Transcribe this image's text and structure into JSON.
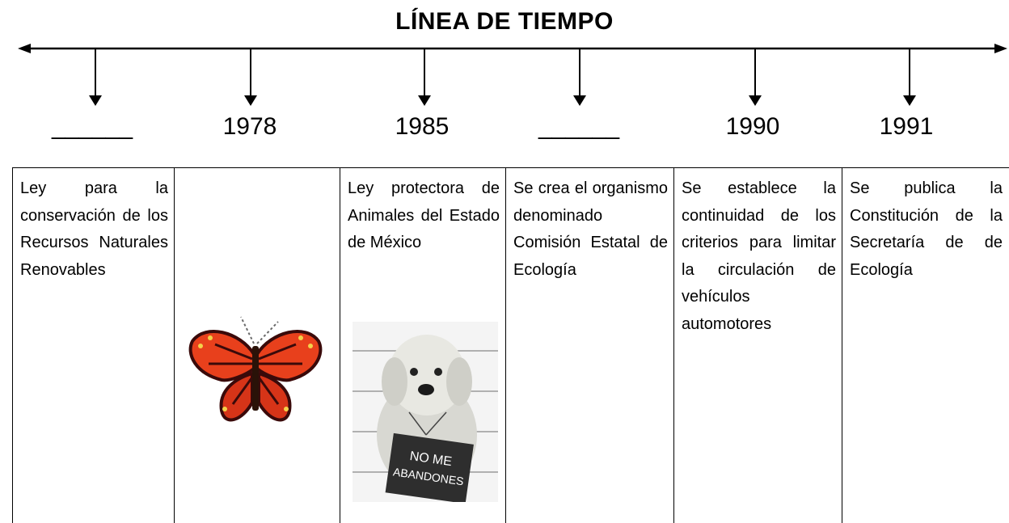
{
  "title": "LÍNEA DE TIEMPO",
  "years": [
    "______",
    "1978",
    "1985",
    "______",
    "1990",
    "1991"
  ],
  "events": [
    "Ley para la conservación de los Recursos Naturales Renovables",
    "",
    "Ley protectora de Animales del Estado de México",
    "Se crea el organismo denominado Comisión Estatal de Ecología",
    "Se establece la continuidad de los criterios para limitar la circulación de vehículos automotores",
    "Se publica la Constitución de la Secretaría de de Ecología"
  ],
  "dog_sign": [
    "NO ME",
    "ABANDONES"
  ],
  "colors": {
    "line": "#000000",
    "background": "#ffffff",
    "butterfly": "#e8401c"
  }
}
